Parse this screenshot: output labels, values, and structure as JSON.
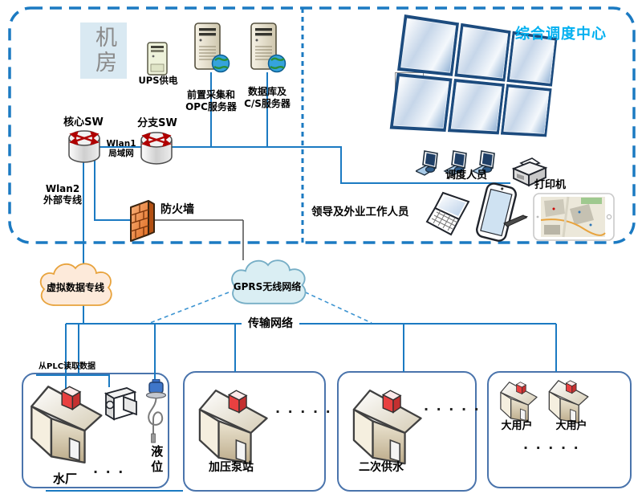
{
  "colors": {
    "line_blue": "#1b7ac2",
    "box_border_blue": "#4a74ac",
    "title_cyan": "#00b0f0",
    "firewall_orange": "#e8762c",
    "cloud_orange_fill": "#fdeada",
    "cloud_blue_fill": "#daeef3"
  },
  "machine_room": {
    "title": "机房",
    "ups_label": "UPS供电",
    "front_server_line1": "前置采集和",
    "front_server_line2": "OPC服务器",
    "db_server_line1": "数据库及",
    "db_server_line2": "C/S服务器",
    "core_switch": "核心SW",
    "branch_switch": "分支SW",
    "wlan1_line1": "Wlan1",
    "wlan1_line2": "局域网",
    "wlan2_line1": "Wlan2",
    "wlan2_line2": "外部专线",
    "firewall": "防火墙"
  },
  "dispatch_center": {
    "title": "综合调度中心",
    "dispatchers": "调度人员",
    "printer": "打印机",
    "field_staff": "领导及外业工作人员"
  },
  "network": {
    "vpn_cloud": "虚拟数据专线",
    "gprs_cloud": "GPRS无线网络",
    "transmission": "传输网络"
  },
  "sites": {
    "plc_note": "从PLC读取数据",
    "water_plant": "水厂",
    "water_plant_dots": "· · ·",
    "level_label": "液位",
    "pump_station": "加压泵站",
    "pump_station_dots": "· · · · ·",
    "secondary_supply": "二次供水",
    "secondary_supply_dots": "· · · · ·",
    "large_user_1": "大用户",
    "large_user_2": "大用户",
    "large_users_dots": "· · · · ·"
  }
}
